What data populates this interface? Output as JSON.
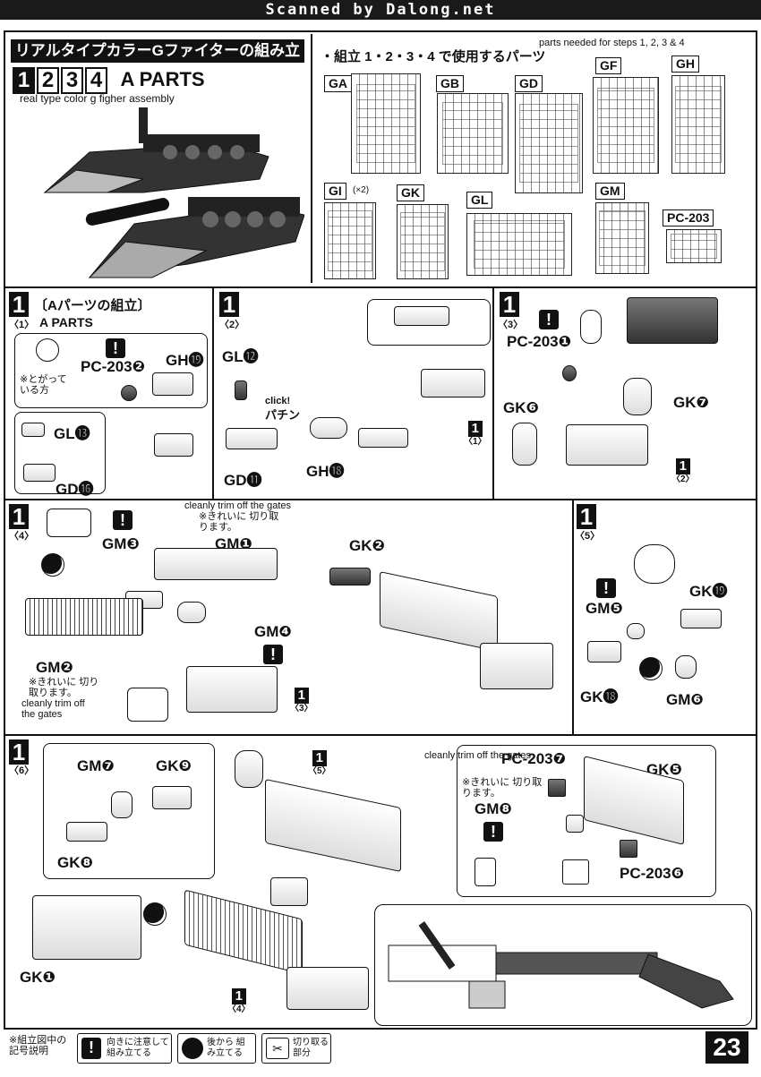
{
  "banner": "Scanned by Dalong.net",
  "header": {
    "jp_title": "リアルタイプカラーGファイターの組み立て",
    "steps": [
      "1",
      "2",
      "3",
      "4"
    ],
    "parts_title": "A PARTS",
    "en_title": "real type color g figher assembly"
  },
  "parts_list": {
    "jp_heading": "・組立 1・2・3・4 で使用するパーツ",
    "en_heading": "parts needed for steps 1, 2, 3 & 4",
    "sprues": [
      {
        "id": "GA",
        "qty": ""
      },
      {
        "id": "GB",
        "qty": ""
      },
      {
        "id": "GD",
        "qty": ""
      },
      {
        "id": "GF",
        "qty": ""
      },
      {
        "id": "GH",
        "qty": ""
      },
      {
        "id": "GI",
        "qty": "(×2)"
      },
      {
        "id": "GK",
        "qty": ""
      },
      {
        "id": "GL",
        "qty": ""
      },
      {
        "id": "GM",
        "qty": ""
      },
      {
        "id": "PC-203",
        "qty": ""
      }
    ]
  },
  "panels": {
    "p1": {
      "step": "1",
      "sub": "〈1〉",
      "jp": "〔Aパーツの組立〕",
      "en": "A PARTS",
      "note_jp": "※とがって いる方",
      "labels": [
        "PC-203❷",
        "GH⓳",
        "GL⓭",
        "GD⓰"
      ]
    },
    "p2": {
      "step": "1",
      "sub": "〈2〉",
      "labels": [
        "GL⓬",
        "GD⓫",
        "GH⓲"
      ],
      "click_en": "click!",
      "click_jp": "パチン",
      "ref": "〈1〉"
    },
    "p3": {
      "step": "1",
      "sub": "〈3〉",
      "labels": [
        "PC-203❶",
        "GK❻",
        "GK❼"
      ],
      "ref": "〈2〉"
    },
    "p4": {
      "step": "1",
      "sub": "〈4〉",
      "labels": [
        "GM❸",
        "GM❶",
        "GM❹",
        "GM❷",
        "GK❷"
      ],
      "trim_en": "cleanly trim off the gates",
      "trim_jp": "※きれいに 切り取ります。",
      "trim_en2": "cleanly trim off the gates",
      "trim_jp2": "※きれいに 切り取ります。",
      "ref": "〈3〉"
    },
    "p5": {
      "step": "1",
      "sub": "〈5〉",
      "labels": [
        "GM❺",
        "GK⓳",
        "GK⓲",
        "GM❻"
      ]
    },
    "p6": {
      "step": "1",
      "sub": "〈6〉",
      "labels": [
        "GM❼",
        "GK❾",
        "GK❽",
        "GK❶",
        "PC-203❼",
        "GK❺",
        "GM❽",
        "PC-203❻"
      ],
      "trim_en": "cleanly trim off the gates",
      "trim_jp": "※きれいに 切り取ります。",
      "ref5": "〈5〉",
      "ref4": "〈4〉"
    }
  },
  "legend": {
    "title": "※組立図中の 記号説明",
    "items": [
      {
        "icon": "!",
        "text": "向きに注意して 組み立てる"
      },
      {
        "icon": "●",
        "text": "後から 組み立てる"
      },
      {
        "icon": "✂",
        "text": "切り取る 部分"
      }
    ]
  },
  "page_number": "23"
}
